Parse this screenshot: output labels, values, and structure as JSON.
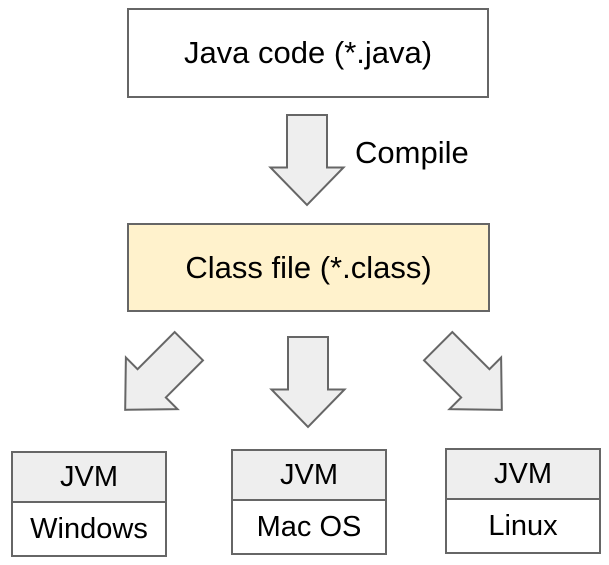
{
  "diagram": {
    "source_box": {
      "label": "Java code (*.java)"
    },
    "compile": {
      "label": "Compile",
      "arrow_icon": "down-block-arrow"
    },
    "class_file_box": {
      "label": "Class file (*.class)"
    },
    "fanout_arrows": [
      {
        "icon": "down-left-block-arrow"
      },
      {
        "icon": "down-block-arrow"
      },
      {
        "icon": "down-right-block-arrow"
      }
    ],
    "jvm_boxes": [
      {
        "header": "JVM",
        "platform": "Windows"
      },
      {
        "header": "JVM",
        "platform": "Mac OS"
      },
      {
        "header": "JVM",
        "platform": "Linux"
      }
    ],
    "colors": {
      "background": "#ffffff",
      "border": "#666666",
      "box_fill": "#ffffff",
      "arrow_fill": "#eeeeee",
      "class_file_fill": "#fff2cc",
      "jvm_header_fill": "#eeeeee",
      "text": "#000000"
    }
  }
}
